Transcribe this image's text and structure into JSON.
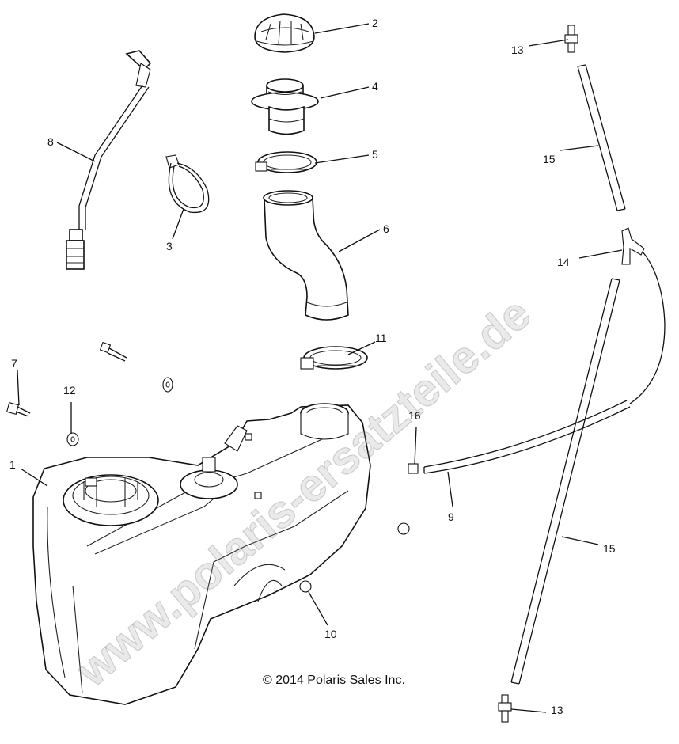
{
  "copyright": "© 2014 Polaris Sales Inc.",
  "watermark": "www.polaris-ersatzteile.de",
  "callouts": {
    "c1": "1",
    "c2": "2",
    "c3": "3",
    "c4": "4",
    "c5": "5",
    "c6": "6",
    "c7": "7",
    "c8": "8",
    "c9": "9",
    "c10": "10",
    "c11": "11",
    "c12": "12",
    "c13a": "13",
    "c13b": "13",
    "c14": "14",
    "c15a": "15",
    "c15b": "15",
    "c16": "16"
  }
}
